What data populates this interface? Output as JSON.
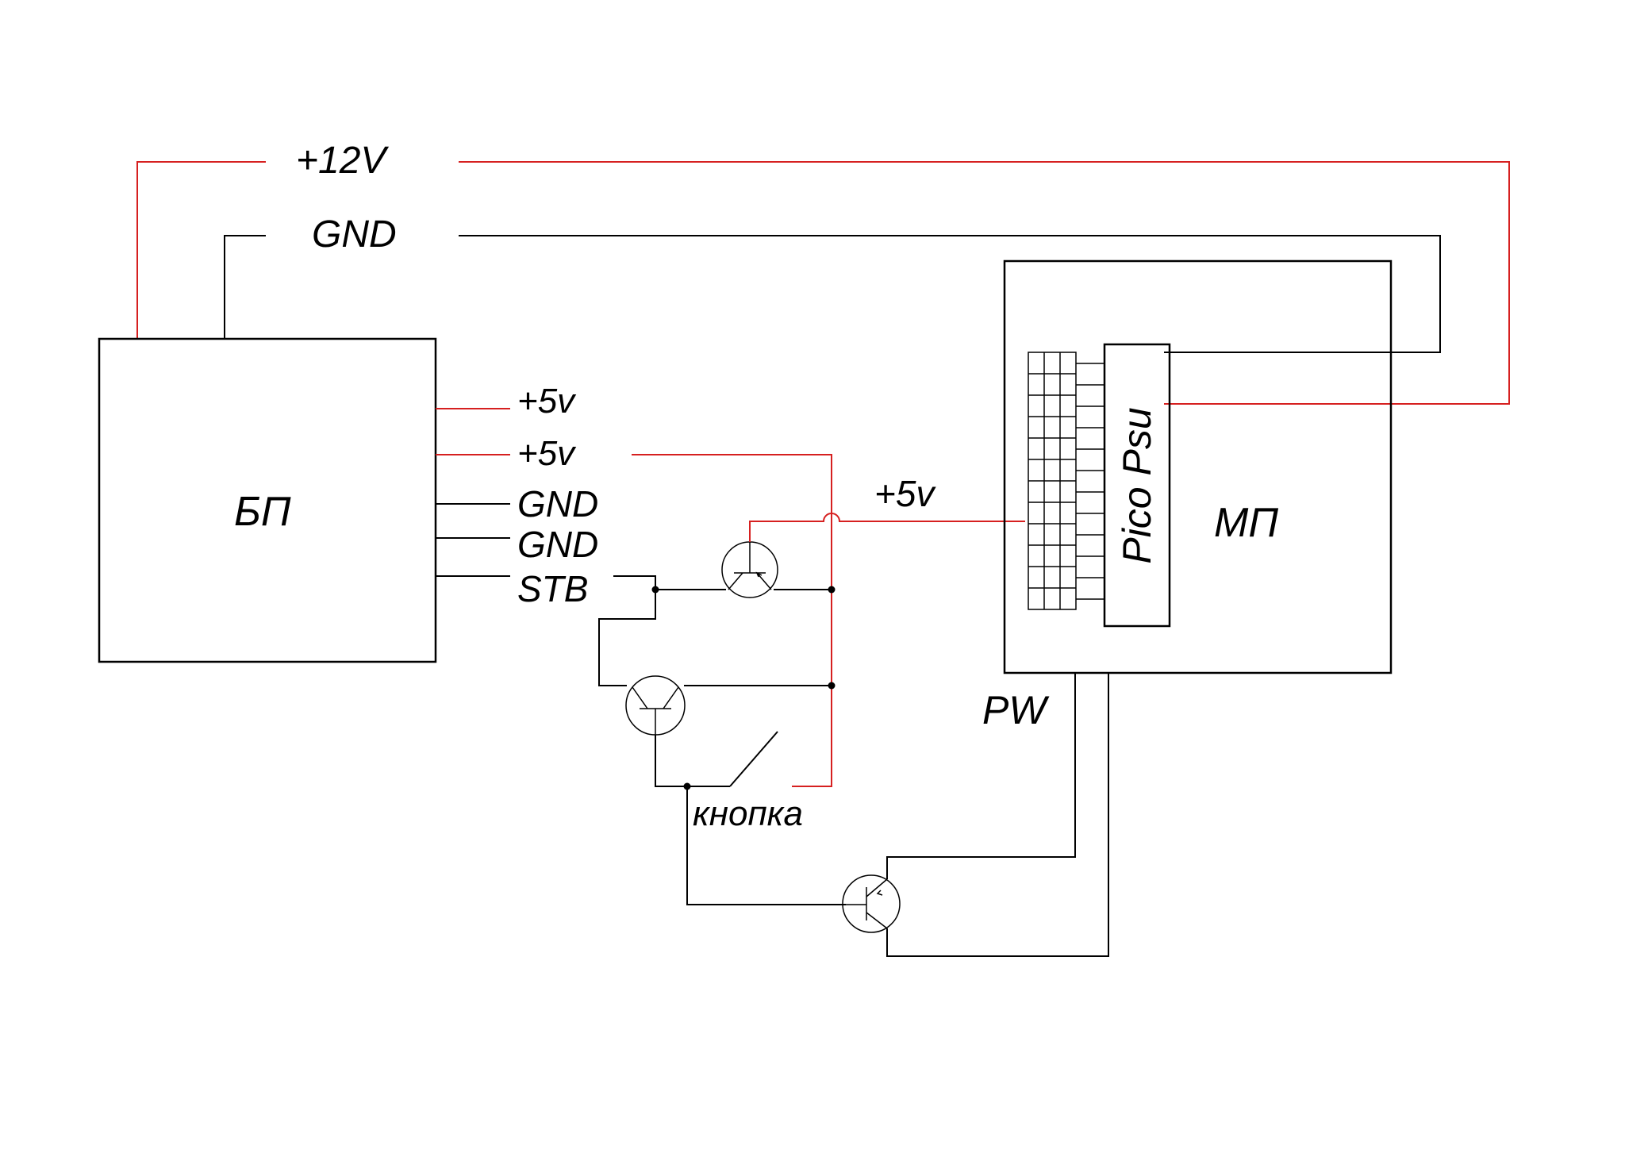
{
  "labels": {
    "v12": "+12V",
    "gnd_top": "GND",
    "psu": "БП",
    "v5_a": "+5v",
    "v5_b": "+5v",
    "gnd_a": "GND",
    "gnd_b": "GND",
    "stb": "STB",
    "v5_c": "+5v",
    "pico": "Pico Psu",
    "mb": "МП",
    "pw": "PW",
    "button": "кнопка"
  },
  "colors": {
    "power_wire": "#d62020",
    "signal_wire": "#000000",
    "background": "#ffffff"
  }
}
